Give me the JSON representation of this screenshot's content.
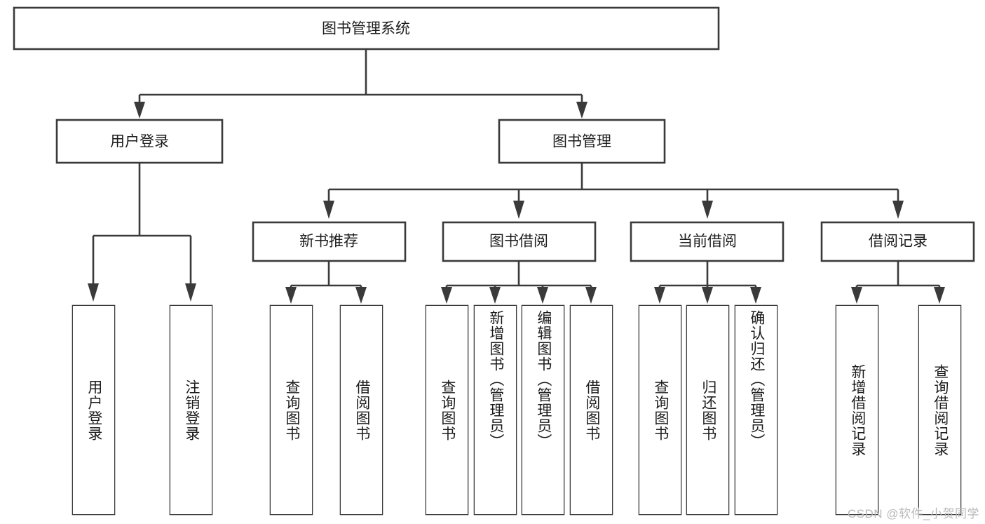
{
  "diagram": {
    "title_node": "图书管理系统",
    "type": "tree-hierarchy-diagram",
    "orientation": "top-down",
    "style": {
      "box_fill": "#ffffff",
      "box_stroke": "#3a3a3a",
      "text_color": "#1c1c1c",
      "background": "#ffffff",
      "watermark_color": "#b9b9b9"
    },
    "level2": [
      {
        "label": "用户登录"
      },
      {
        "label": "图书管理"
      }
    ],
    "level3": [
      {
        "label": "新书推荐"
      },
      {
        "label": "图书借阅"
      },
      {
        "label": "当前借阅"
      },
      {
        "label": "借阅记录"
      }
    ],
    "leaves": {
      "user_login": [
        {
          "label": "用户登录"
        },
        {
          "label": "注销登录"
        }
      ],
      "new_book_recommend": [
        {
          "label": "查询图书"
        },
        {
          "label": "借阅图书"
        }
      ],
      "book_borrow": [
        {
          "label": "查询图书"
        },
        {
          "label": "新增图书（管理员）"
        },
        {
          "label": "编辑图书（管理员）"
        },
        {
          "label": "借阅图书"
        }
      ],
      "current_borrow": [
        {
          "label": "查询图书"
        },
        {
          "label": "归还图书"
        },
        {
          "label": "确认归还（管理员）"
        }
      ],
      "borrow_record": [
        {
          "label": "新增借阅记录"
        },
        {
          "label": "查询借阅记录"
        }
      ]
    },
    "watermark": "CSDN @软件_小贺同学"
  }
}
